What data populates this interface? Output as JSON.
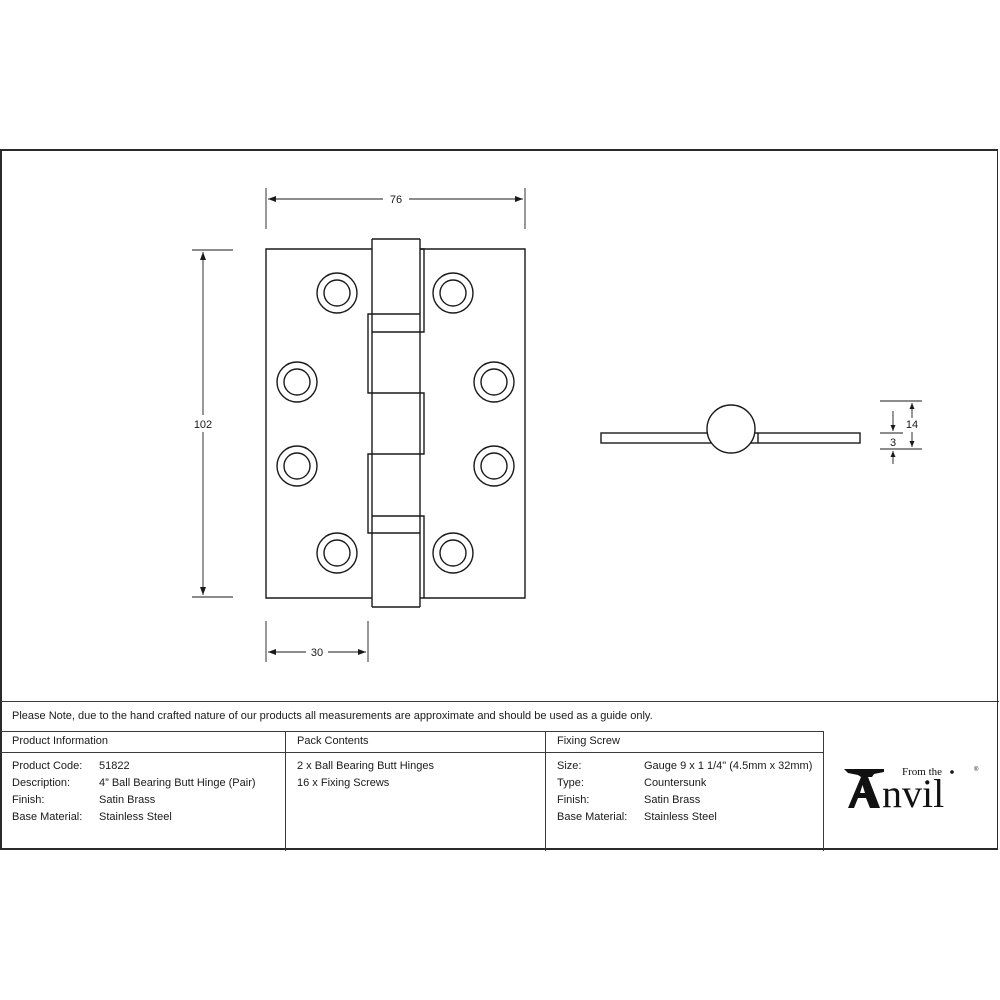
{
  "drawing": {
    "front_view": {
      "dim_width": "76",
      "dim_height": "102",
      "dim_leaf_width": "30"
    },
    "side_view": {
      "dim_total_thickness": "14",
      "dim_leaf_thickness": "3"
    }
  },
  "note": "Please Note, due to the hand crafted nature of our products all measurements are approximate and should be used as a guide only.",
  "product_information": {
    "header": "Product Information",
    "rows": [
      {
        "label": "Product Code:",
        "value": "51822"
      },
      {
        "label": "Description:",
        "value": "4” Ball Bearing Butt Hinge (Pair)"
      },
      {
        "label": "Finish:",
        "value": "Satin Brass"
      },
      {
        "label": "Base Material:",
        "value": "Stainless Steel"
      }
    ]
  },
  "pack_contents": {
    "header": "Pack Contents",
    "items": [
      "2 x Ball Bearing Butt Hinges",
      "16 x Fixing Screws"
    ]
  },
  "fixing_screw": {
    "header": "Fixing Screw",
    "rows": [
      {
        "label": "Size:",
        "value": "Gauge 9 x 1 1/4\" (4.5mm x 32mm)"
      },
      {
        "label": "Type:",
        "value": "Countersunk"
      },
      {
        "label": "Finish:",
        "value": "Satin Brass"
      },
      {
        "label": "Base Material:",
        "value": "Stainless Steel"
      }
    ]
  },
  "logo": {
    "small_text": "From the",
    "big_text": "nvil",
    "registered_mark": "®"
  }
}
